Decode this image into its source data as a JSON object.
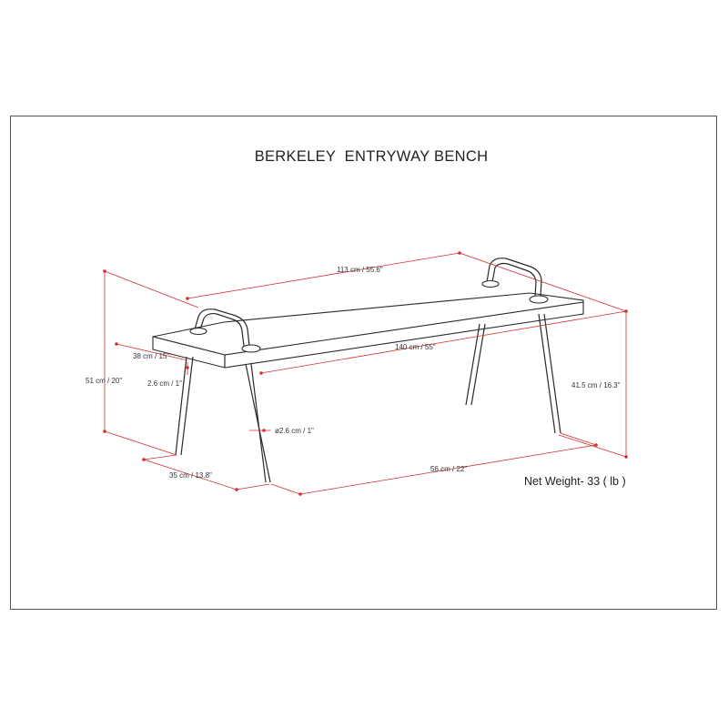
{
  "title": "BERKELEY  ENTRYWAY BENCH",
  "net_weight": "Net Weight- 33 ( lb )",
  "dimensions": {
    "backrest_length": "113 cm / 55.6\"",
    "seat_length": "140 cm / 55\"",
    "seat_depth": "38 cm / 15\"",
    "seat_thickness": "2.6 cm / 1\"",
    "total_height": "51 cm / 20\"",
    "seat_height": "41.5 cm / 16.3\"",
    "leg_diameter": "ø2.6 cm / 1\"",
    "leg_span_depth": "35 cm / 13.8\"",
    "leg_span_length": "56 cm / 22\""
  },
  "colors": {
    "dimension_line": "#d03030",
    "outline": "#2a2a2a",
    "frame": "#555555"
  }
}
